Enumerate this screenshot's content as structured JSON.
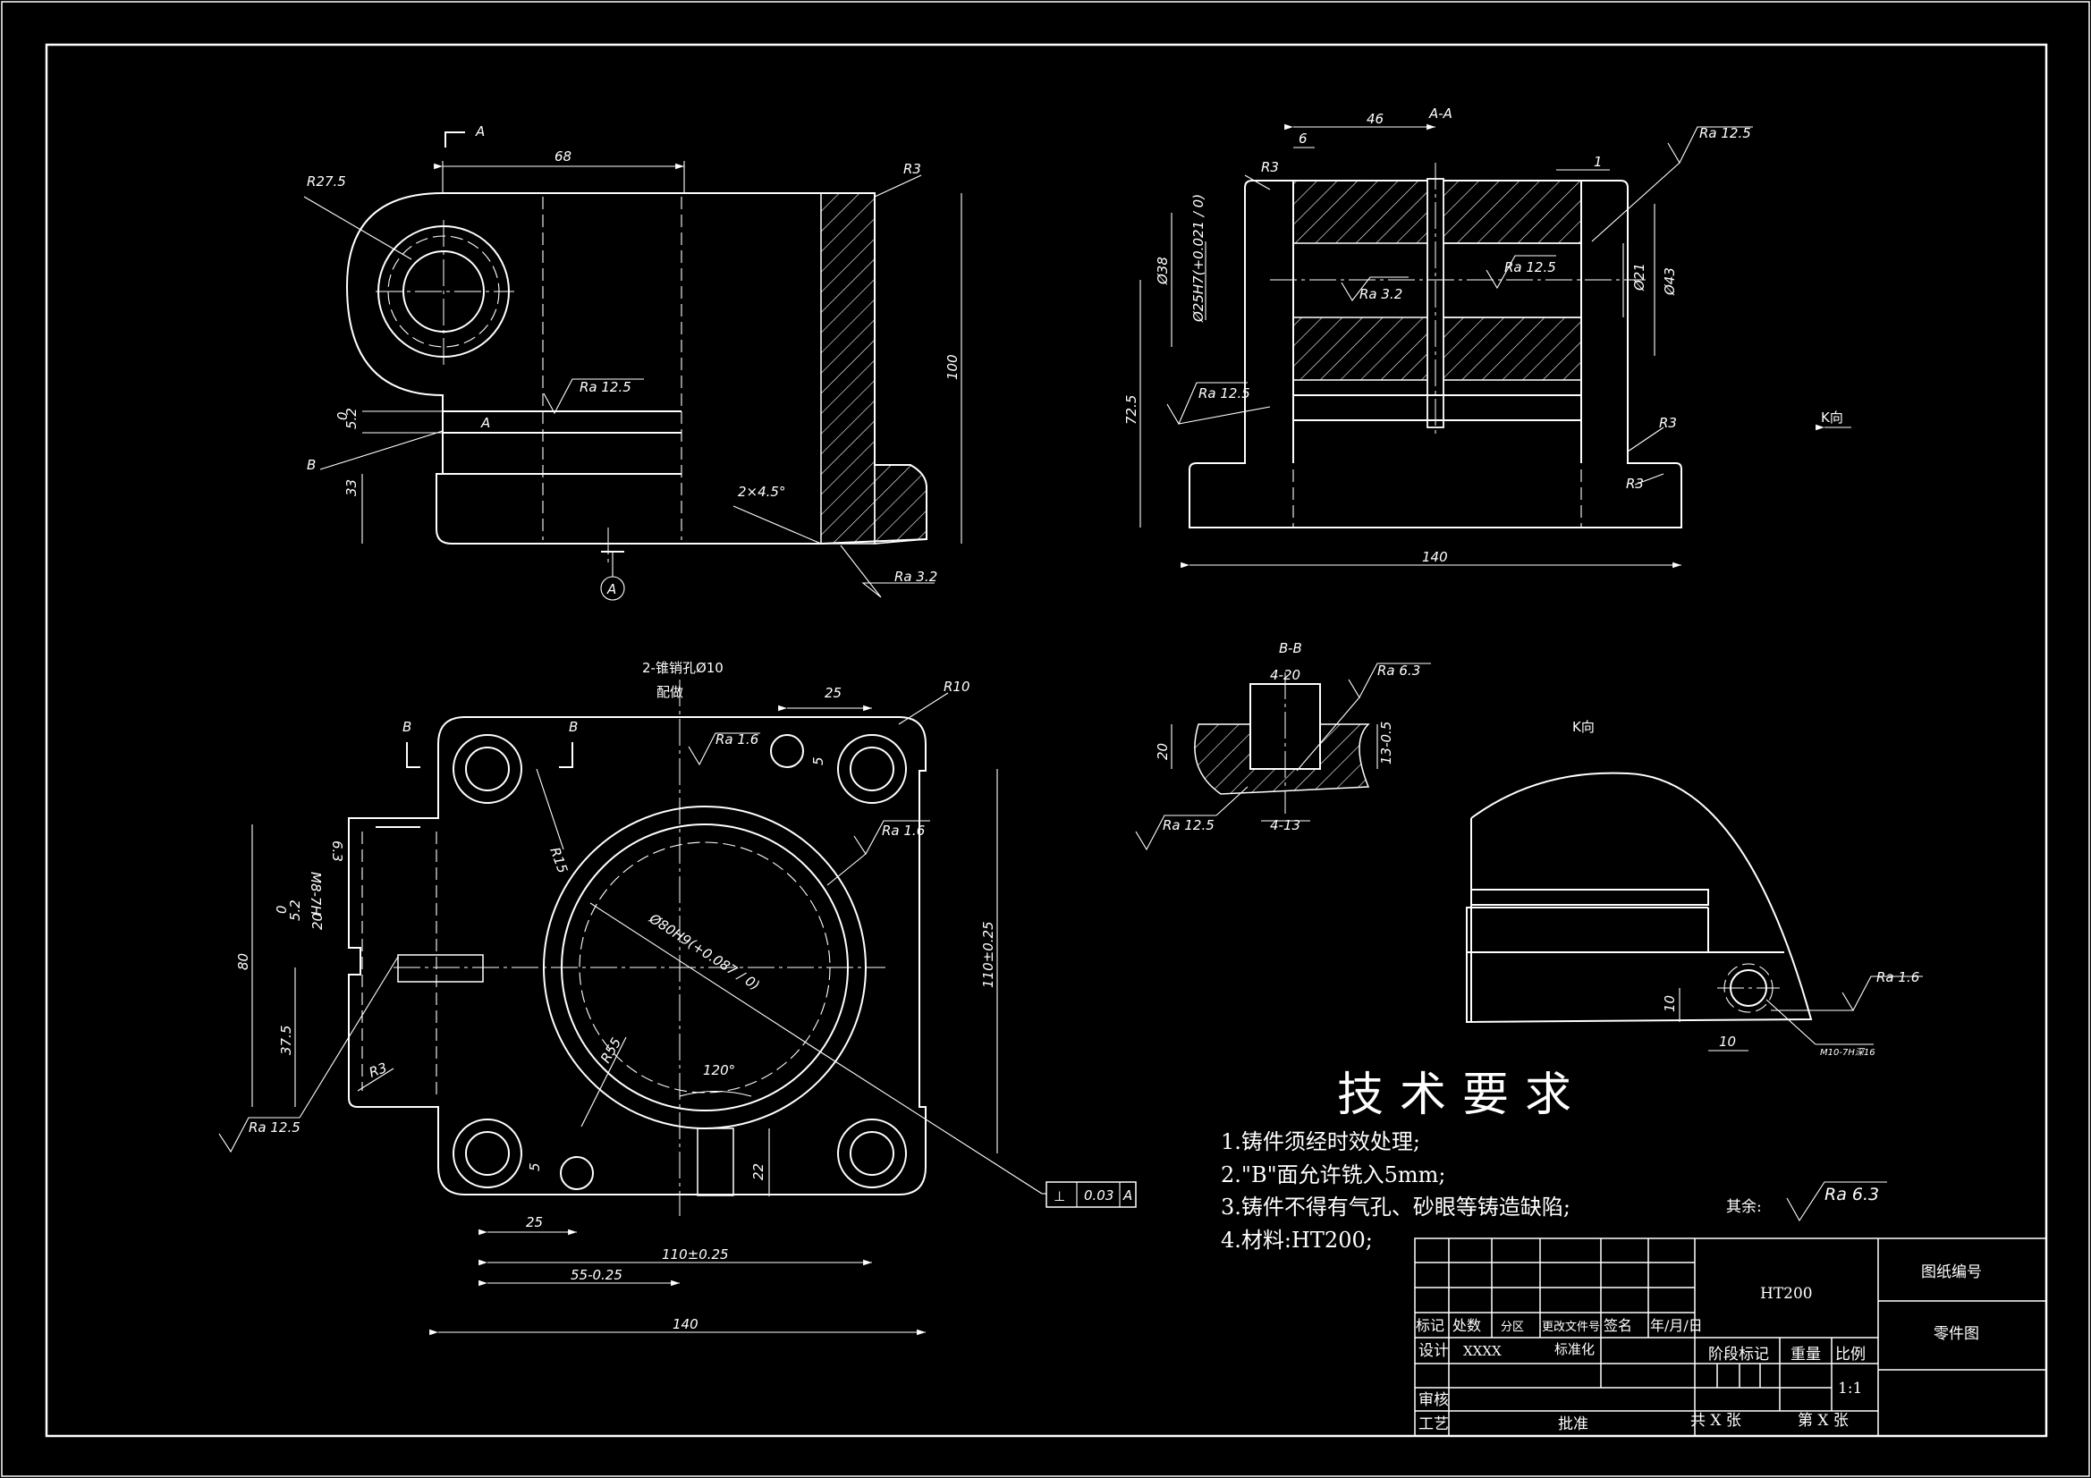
{
  "views": {
    "front": {
      "dims": [
        "68",
        "R27.5",
        "R3",
        "100",
        "33",
        "5.2",
        "0",
        "2×4.5°"
      ],
      "labels": {
        "section_mark": "A",
        "B": "B",
        "A_flag": "A",
        "A_circle": "A"
      },
      "roughness": [
        "Ra 12.5",
        "Ra 3.2"
      ]
    },
    "section_AA": {
      "title": "A-A",
      "dims": [
        "46",
        "6",
        "1",
        "R3",
        "Ø38",
        "Ø25H7(+0.021 / 0)",
        "72.5",
        "140",
        "Ø21",
        "Ø43",
        "R3",
        "R3"
      ],
      "roughness": [
        "Ra 12.5",
        "Ra 12.5",
        "Ra 3.2",
        "Ra 12.5"
      ]
    },
    "k_arrow": "K向",
    "top": {
      "pin_note": [
        "2-锥销孔Ø10",
        "配做"
      ],
      "dims": [
        "25",
        "R10",
        "5",
        "R15",
        "M8-7H",
        "6.3",
        "80",
        "20",
        "5.2",
        "0",
        "37.5",
        "R3",
        "R55",
        "120°",
        "5",
        "22",
        "25",
        "110±0.25",
        "55-0.25",
        "140",
        "110±0.25"
      ],
      "bore_dim": "Ø80H9(+0.087 / 0)",
      "section_labels": [
        "B",
        "B"
      ],
      "roughness": [
        "Ra 1.6",
        "Ra 1.6",
        "Ra 12.5"
      ],
      "tolerance": {
        "symbol": "⊥",
        "value": "0.03",
        "datum": "A"
      }
    },
    "section_BB": {
      "title": "B-B",
      "dims": [
        "4-20",
        "20",
        "13-0.5",
        "4-13"
      ],
      "roughness": [
        "Ra 6.3",
        "Ra 12.5"
      ]
    },
    "k_view": {
      "title": "K向",
      "dims": [
        "10",
        "10",
        "M10-7H深16"
      ],
      "roughness": [
        "Ra 1.6"
      ]
    }
  },
  "requirements": {
    "title": "技术要求",
    "items": [
      "1.铸件须经时效处理;",
      "2.\"B\"面允许铣入5mm;",
      "3.铸件不得有气孔、砂眼等铸造缺陷;",
      "4.材料:HT200;"
    ],
    "others_label": "其余:",
    "others_ra": "Ra 6.3"
  },
  "title_block": {
    "material": "HT200",
    "drawing_no_label": "图纸编号",
    "drawing_name": "零件图",
    "cols": [
      "标记",
      "处数",
      "分区",
      "更改文件号",
      "签名",
      "年/月/日"
    ],
    "design_label": "设计",
    "designer": "XXXX",
    "standardize_label": "标准化",
    "stage_label": "阶段标记",
    "weight_label": "重量",
    "scale_label": "比例",
    "scale": "1:1",
    "review_label": "审核",
    "process_label": "工艺",
    "approve_label": "批准",
    "sheets_total": "共 X 张",
    "sheet_no": "第 X 张"
  }
}
